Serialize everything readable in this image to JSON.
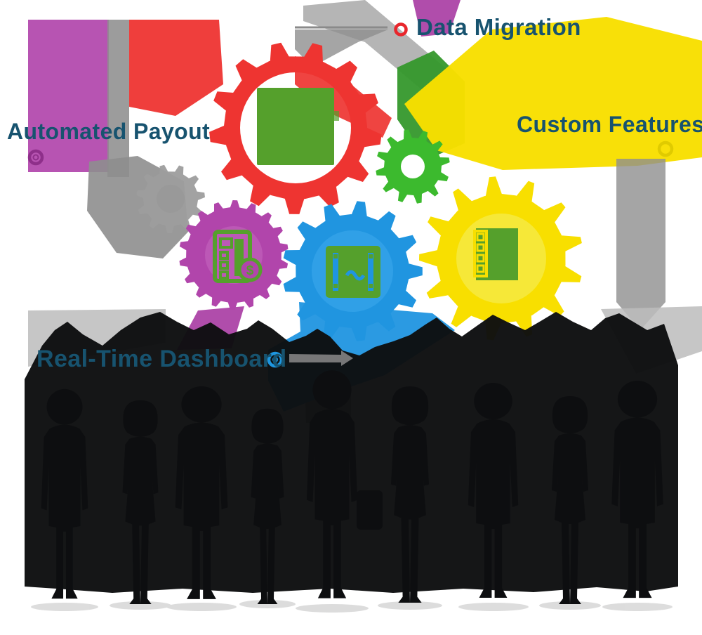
{
  "figure_type": "features-infographic",
  "features": [
    {
      "id": "data-migration",
      "label": "Data Migration",
      "marker_color": "#E8262C",
      "gear_color": "#EE3431",
      "icon": "module-square-icon"
    },
    {
      "id": "automated-payout",
      "label": "Automated Payout",
      "marker_color": "#8E2F8A",
      "gear_color": "#B145AB",
      "icon": "calculator-payout-icon"
    },
    {
      "id": "custom-features",
      "label": "Custom Features",
      "marker_color": "#E0CB00",
      "gear_color": "#F8DF00",
      "icon": "feature-list-icon"
    },
    {
      "id": "real-time-dashboard",
      "label": "Real-Time Dashboard",
      "marker_color": "#1E96E0",
      "gear_color": "#2095E0",
      "icon": "dashboard-monitor-icon"
    }
  ],
  "calculator_symbol": "$",
  "people_silhouettes": 9,
  "colors": {
    "label_text": "#17536F",
    "red": "#EE3431",
    "green": "#3CBA2E",
    "green_dark": "#35982C",
    "blue": "#2095E0",
    "yellow": "#F8DF00",
    "purple": "#B145AB",
    "magenta": "#A93EA4",
    "purple_disc": "#BC58B6",
    "blue_disc": "#30A0E7",
    "yellow_disc": "#F6E838",
    "gray_gear": "#9D9D9D",
    "gray_shape": "#8E8E8E",
    "gray_light": "#BCBCBC",
    "icon_green": "#55A02C",
    "silhouette": "#0D0E10",
    "connector_gray": "#8A8A8A"
  }
}
